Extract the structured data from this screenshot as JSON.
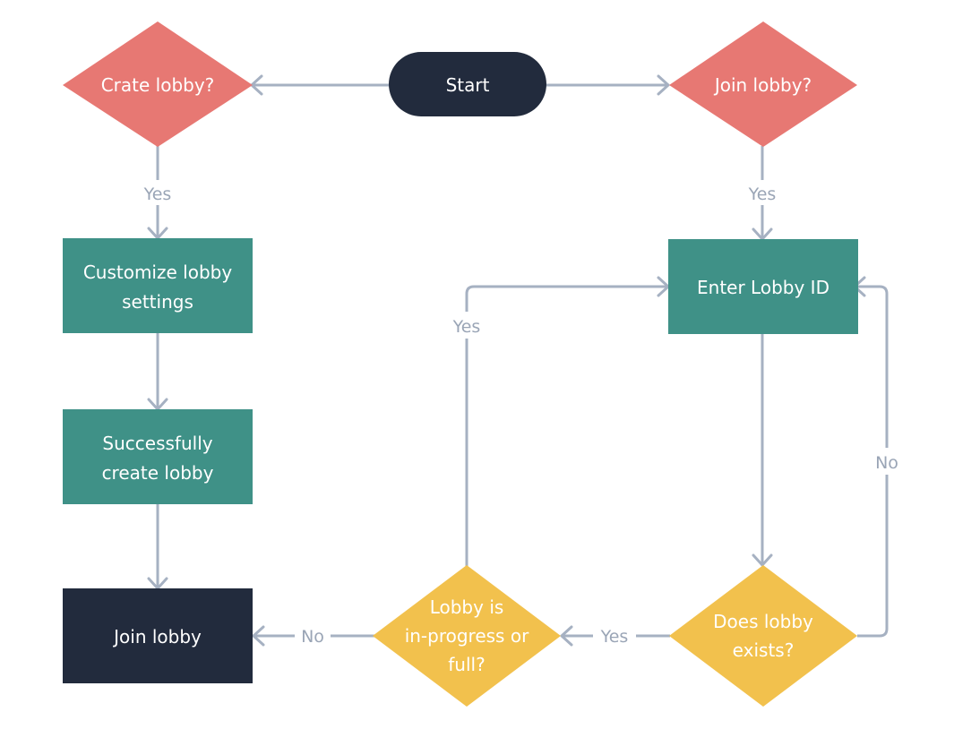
{
  "colors": {
    "terminal": "#222b3d",
    "decision_red": "#e77873",
    "process_teal": "#3f9187",
    "decision_yellow": "#f2c14d",
    "connector": "#a6b1c2",
    "connector_label": "#9aa5b6"
  },
  "nodes": {
    "start": "Start",
    "create_lobby": "Crate lobby?",
    "join_lobby_question": "Join lobby?",
    "customize": [
      "Customize lobby",
      "settings"
    ],
    "success": [
      "Successfully",
      "create lobby"
    ],
    "join_lobby": "Join lobby",
    "enter_id": "Enter Lobby ID",
    "does_exist": [
      "Does lobby",
      "exists?"
    ],
    "in_progress": [
      "Lobby is",
      "in-progress or",
      "full?"
    ]
  },
  "edges": {
    "create_yes": "Yes",
    "join_yes": "Yes",
    "inprogress_yes": "Yes",
    "exists_no": "No",
    "exists_yes": "Yes",
    "inprogress_no": "No"
  }
}
